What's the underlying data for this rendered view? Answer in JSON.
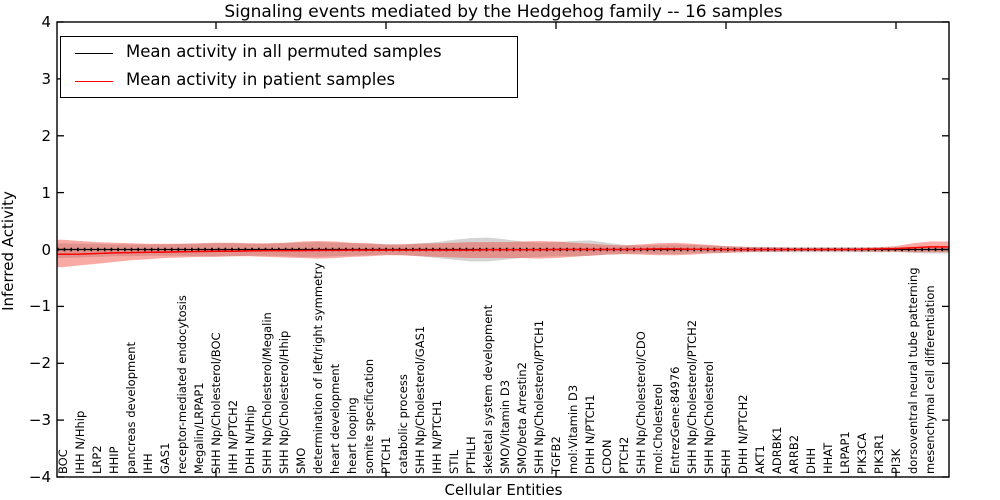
{
  "title": "Signaling events mediated by the Hedgehog family -- 16 samples",
  "axes": {
    "ylabel": "Inferred Activity",
    "xlabel": "Cellular Entities",
    "ytick_labels": [
      "4",
      "3",
      "2",
      "1",
      "0",
      "−1",
      "−2",
      "−3",
      "−4"
    ]
  },
  "legend": {
    "items": [
      {
        "label": "Mean activity in all permuted samples",
        "color": "#000000"
      },
      {
        "label": "Mean activity in patient samples",
        "color": "#ff0000"
      }
    ]
  },
  "chart_data": {
    "type": "line",
    "title": "Signaling events mediated by the Hedgehog family -- 16 samples",
    "xlabel": "Cellular Entities",
    "ylabel": "Inferred Activity",
    "ylim": [
      -4,
      4
    ],
    "yticks": [
      4,
      3,
      2,
      1,
      0,
      -1,
      -2,
      -3,
      -4
    ],
    "x_major_tick_indices": [
      9,
      19,
      29,
      39,
      49
    ],
    "legend_position": "upper left",
    "grid": false,
    "categories": [
      "BOC",
      "IHH N/Hhip",
      "LRP2",
      "HHIP",
      "pancreas development",
      "IHH",
      "GAS1",
      "receptor-mediated endocytosis",
      "Megalin/LRPAP1",
      "SHH Np/Cholesterol/BOC",
      "IHH N/PTCH2",
      "DHH N/Hhip",
      "SHH Np/Cholesterol/Megalin",
      "SHH Np/Cholesterol/Hhip",
      "SMO",
      "determination of left/right symmetry",
      "heart development",
      "heart looping",
      "somite specification",
      "PTCH1",
      "catabolic process",
      "SHH Np/Cholesterol/GAS1",
      "IHH N/PTCH1",
      "STIL",
      "PTHLH",
      "skeletal system development",
      "SMO/Vitamin D3",
      "SMO/beta Arrestin2",
      "SHH Np/Cholesterol/PTCH1",
      "TGFB2",
      "mol:Vitamin D3",
      "DHH N/PTCH1",
      "CDON",
      "PTCH2",
      "SHH Np/Cholesterol/CDO",
      "mol:Cholesterol",
      "EntrezGene:84976",
      "SHH Np/Cholesterol/PTCH2",
      "SHH Np/Cholesterol",
      "SHH",
      "DHH N/PTCH2",
      "AKT1",
      "ADRBK1",
      "ARRB2",
      "DHH",
      "HHAT",
      "LRPAP1",
      "PIK3CA",
      "PIK3R1",
      "PI3K",
      "dorsoventral neural tube patterning",
      "mesenchymal cell differentiation"
    ],
    "series": [
      {
        "name": "Mean activity in all permuted samples",
        "color": "#000000",
        "values": [
          0,
          0,
          0,
          0,
          0,
          0,
          0,
          0,
          0,
          0,
          0,
          0,
          0,
          0,
          0,
          0,
          0,
          0,
          0,
          0,
          0,
          0,
          0,
          0,
          0,
          0,
          0,
          0,
          0,
          0,
          0,
          0,
          0,
          0,
          0,
          0,
          0,
          0,
          0,
          0,
          0,
          0,
          0,
          0,
          0,
          0,
          0,
          0,
          0,
          0,
          0,
          0
        ],
        "band": {
          "color": "#999999",
          "upper": [
            0.11,
            0.1,
            0.1,
            0.09,
            0.09,
            0.09,
            0.09,
            0.1,
            0.1,
            0.11,
            0.11,
            0.1,
            0.1,
            0.11,
            0.12,
            0.13,
            0.12,
            0.11,
            0.1,
            0.09,
            0.09,
            0.11,
            0.13,
            0.17,
            0.2,
            0.21,
            0.18,
            0.14,
            0.12,
            0.13,
            0.15,
            0.16,
            0.12,
            0.08,
            0.07,
            0.08,
            0.09,
            0.08,
            0.07,
            0.06,
            0.05,
            0.05,
            0.04,
            0.04,
            0.04,
            0.04,
            0.04,
            0.04,
            0.04,
            0.04,
            0.05,
            0.05
          ],
          "lower": [
            -0.15,
            -0.14,
            -0.13,
            -0.12,
            -0.12,
            -0.11,
            -0.11,
            -0.11,
            -0.12,
            -0.12,
            -0.12,
            -0.11,
            -0.11,
            -0.12,
            -0.13,
            -0.13,
            -0.12,
            -0.11,
            -0.1,
            -0.09,
            -0.1,
            -0.12,
            -0.15,
            -0.18,
            -0.21,
            -0.21,
            -0.18,
            -0.15,
            -0.13,
            -0.12,
            -0.12,
            -0.11,
            -0.09,
            -0.08,
            -0.07,
            -0.08,
            -0.08,
            -0.07,
            -0.06,
            -0.06,
            -0.05,
            -0.05,
            -0.05,
            -0.05,
            -0.05,
            -0.05,
            -0.05,
            -0.05,
            -0.05,
            -0.05,
            -0.06,
            -0.07
          ]
        }
      },
      {
        "name": "Mean activity in patient samples",
        "color": "#ff0000",
        "values": [
          -0.085,
          -0.08,
          -0.07,
          -0.06,
          -0.055,
          -0.05,
          -0.045,
          -0.04,
          -0.035,
          -0.03,
          -0.03,
          -0.025,
          -0.02,
          -0.02,
          -0.02,
          -0.015,
          -0.015,
          -0.01,
          -0.01,
          -0.01,
          -0.01,
          -0.01,
          -0.01,
          -0.01,
          -0.01,
          -0.005,
          -0.005,
          -0.005,
          -0.005,
          0,
          0,
          0,
          0,
          0,
          0.005,
          0.01,
          0.01,
          0.005,
          0.005,
          0,
          0,
          0,
          0,
          0,
          0,
          0,
          0,
          0.005,
          0.01,
          0.015,
          0.03,
          0.045
        ],
        "band": {
          "color": "#f44336",
          "upper": [
            0.17,
            0.15,
            0.13,
            0.12,
            0.11,
            0.1,
            0.1,
            0.1,
            0.11,
            0.12,
            0.12,
            0.11,
            0.11,
            0.12,
            0.14,
            0.15,
            0.14,
            0.12,
            0.11,
            0.09,
            0.09,
            0.1,
            0.11,
            0.12,
            0.13,
            0.13,
            0.13,
            0.14,
            0.15,
            0.14,
            0.12,
            0.1,
            0.08,
            0.07,
            0.09,
            0.11,
            0.12,
            0.1,
            0.08,
            0.06,
            0.05,
            0.04,
            0.04,
            0.03,
            0.03,
            0.03,
            0.03,
            0.03,
            0.04,
            0.06,
            0.11,
            0.14
          ],
          "lower": [
            -0.31,
            -0.28,
            -0.25,
            -0.22,
            -0.19,
            -0.17,
            -0.15,
            -0.14,
            -0.13,
            -0.13,
            -0.12,
            -0.12,
            -0.13,
            -0.14,
            -0.15,
            -0.16,
            -0.15,
            -0.13,
            -0.12,
            -0.1,
            -0.1,
            -0.12,
            -0.13,
            -0.14,
            -0.15,
            -0.15,
            -0.15,
            -0.15,
            -0.16,
            -0.15,
            -0.13,
            -0.11,
            -0.09,
            -0.08,
            -0.09,
            -0.1,
            -0.1,
            -0.09,
            -0.07,
            -0.06,
            -0.05,
            -0.04,
            -0.04,
            -0.03,
            -0.03,
            -0.03,
            -0.03,
            -0.04,
            -0.04,
            -0.04,
            -0.05,
            -0.05
          ]
        }
      }
    ]
  }
}
